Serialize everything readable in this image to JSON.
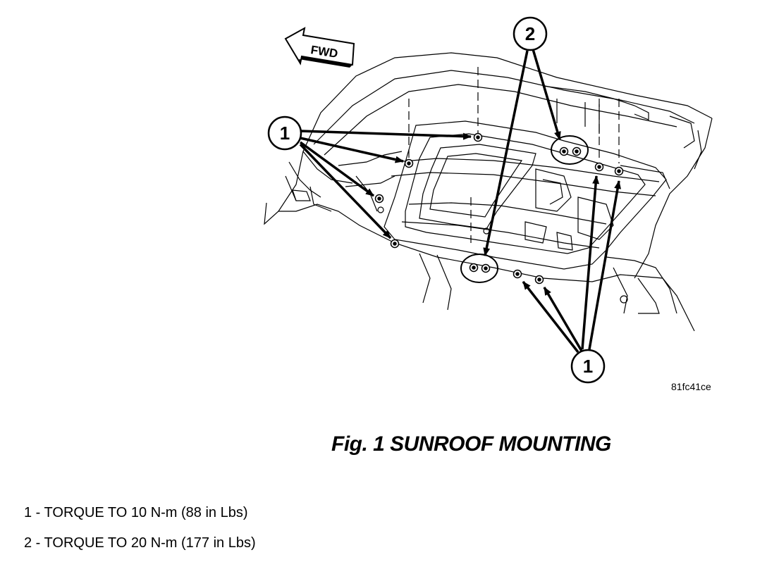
{
  "diagram": {
    "fwd_label": "FWD",
    "callouts": [
      {
        "number": "1"
      },
      {
        "number": "2"
      },
      {
        "number": "1"
      }
    ],
    "reference_code": "81fc41ce"
  },
  "caption": "Fig. 1 SUNROOF MOUNTING",
  "legend": [
    {
      "text": "1 - TORQUE TO 10 N-m (88 in Lbs)"
    },
    {
      "text": "2 - TORQUE TO 20 N-m (177 in Lbs)"
    }
  ],
  "colors": {
    "line": "#000000",
    "background": "#ffffff"
  }
}
